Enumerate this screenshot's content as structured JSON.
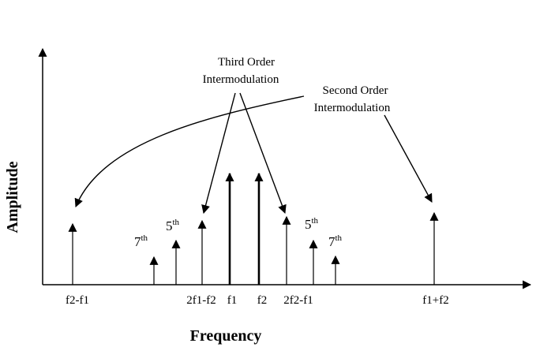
{
  "axes": {
    "y_title": "Amplitude",
    "x_title": "Frequency"
  },
  "callouts": {
    "third_order": [
      "Third Order",
      "Intermodulation"
    ],
    "second_order": [
      "Second Order",
      "Intermodulation"
    ]
  },
  "tick_labels": {
    "f2_minus_f1": "f2-f1",
    "two_f1_minus_f2": "2f1-f2",
    "f1": "f1",
    "f2": "f2",
    "two_f2_minus_f1": "2f2-f1",
    "f1_plus_f2": "f1+f2"
  },
  "order_labels": {
    "seventh_left": {
      "base": "7",
      "sup": "th"
    },
    "fifth_left": {
      "base": "5",
      "sup": "th"
    },
    "fifth_right": {
      "base": "5",
      "sup": "th"
    },
    "seventh_right": {
      "base": "7",
      "sup": "th"
    }
  }
}
